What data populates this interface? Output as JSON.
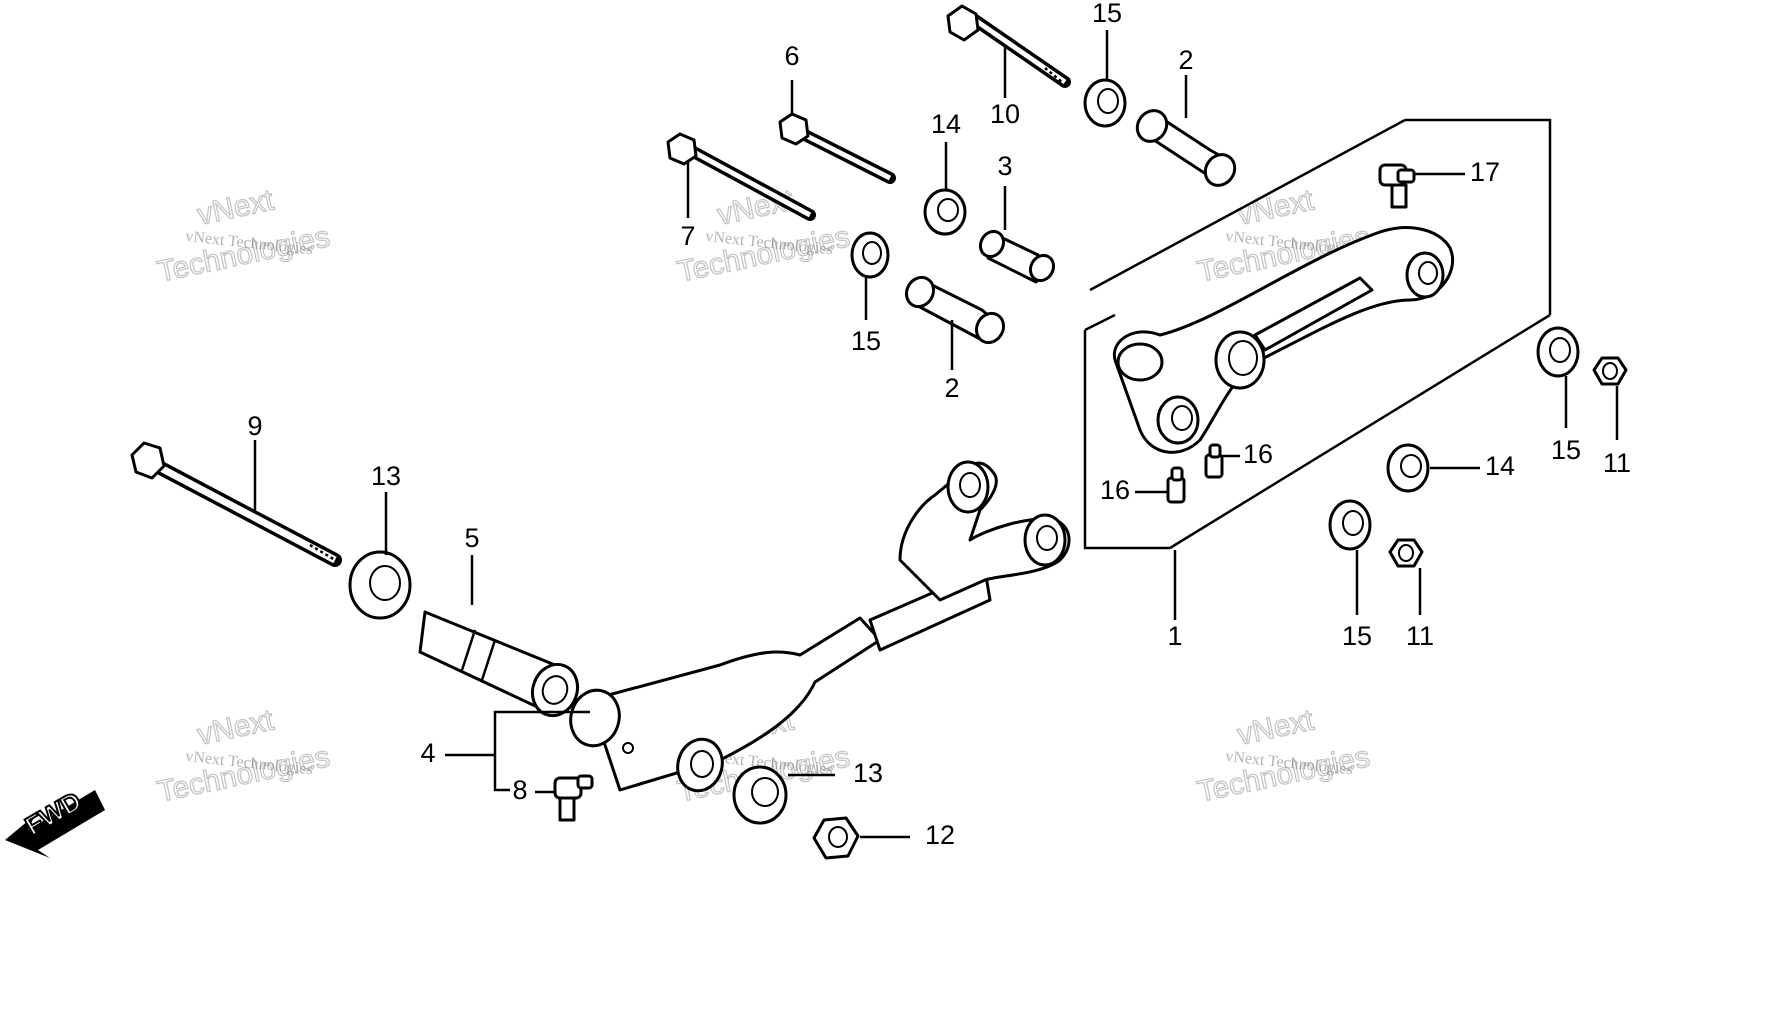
{
  "callouts": {
    "c1": "1",
    "c2a": "2",
    "c2b": "2",
    "c3": "3",
    "c4": "4",
    "c5": "5",
    "c6": "6",
    "c7": "7",
    "c8": "8",
    "c9": "9",
    "c10": "10",
    "c11a": "11",
    "c11b": "11",
    "c12": "12",
    "c13a": "13",
    "c13b": "13",
    "c14a": "14",
    "c14b": "14",
    "c15a": "15",
    "c15b": "15",
    "c15c": "15",
    "c15d": "15",
    "c16a": "16",
    "c16b": "16",
    "c17": "17"
  },
  "direction": {
    "label": "FWD",
    "icon": "arrow-left-down-icon"
  },
  "watermark": {
    "company": "vNext Technologies",
    "word1": "vNext",
    "word2": "Technologies"
  },
  "colors": {
    "line": "#000000",
    "background": "#ffffff"
  }
}
